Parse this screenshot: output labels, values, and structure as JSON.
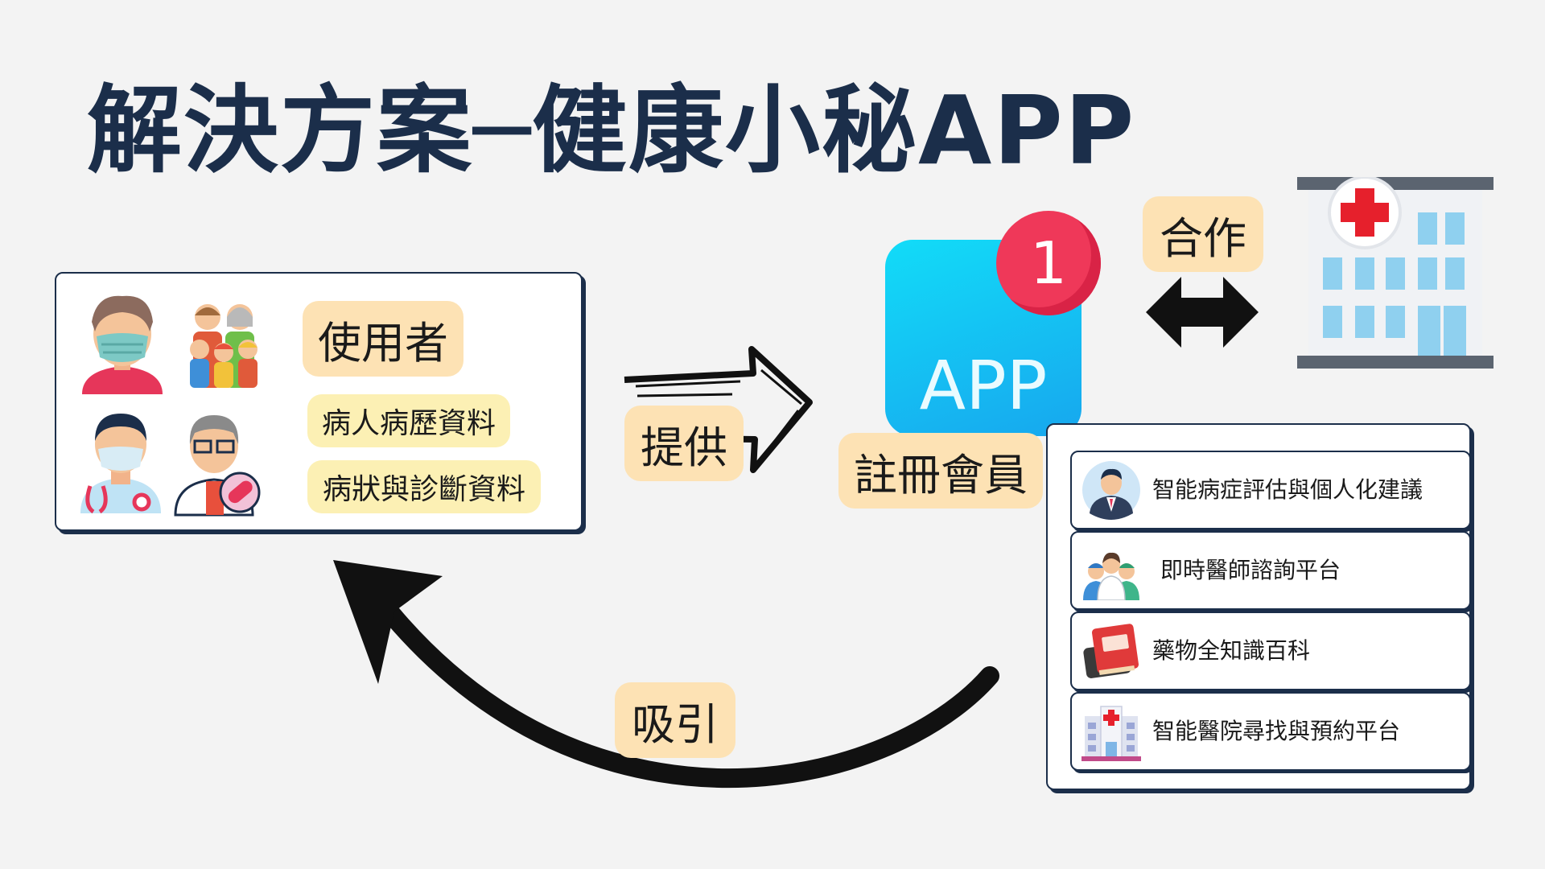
{
  "title": "解決方案─健康小秘APP",
  "users_box": {
    "label": "使用者",
    "history": "病人病歷資料",
    "symptoms": "病狀與診斷資料"
  },
  "flow": {
    "provide": "提供",
    "register": "註冊會員",
    "cooperate": "合作",
    "attract": "吸引"
  },
  "app": {
    "label": "APP",
    "badge": "1"
  },
  "features": [
    {
      "label": "智能病症評估與個人化建議",
      "icon": "advisor-icon"
    },
    {
      "label": "即時醫師諮詢平台",
      "icon": "doctors-icon"
    },
    {
      "label": "藥物全知識百科",
      "icon": "book-icon"
    },
    {
      "label": "智能醫院尋找與預約平台",
      "icon": "hospital-icon"
    }
  ],
  "colors": {
    "title": "#1b2e4a",
    "tag": "#fde2b4",
    "tag_light": "#fcf0b4",
    "app": "#12dcf8",
    "badge": "#ef3859",
    "background": "#f3f3f3"
  }
}
